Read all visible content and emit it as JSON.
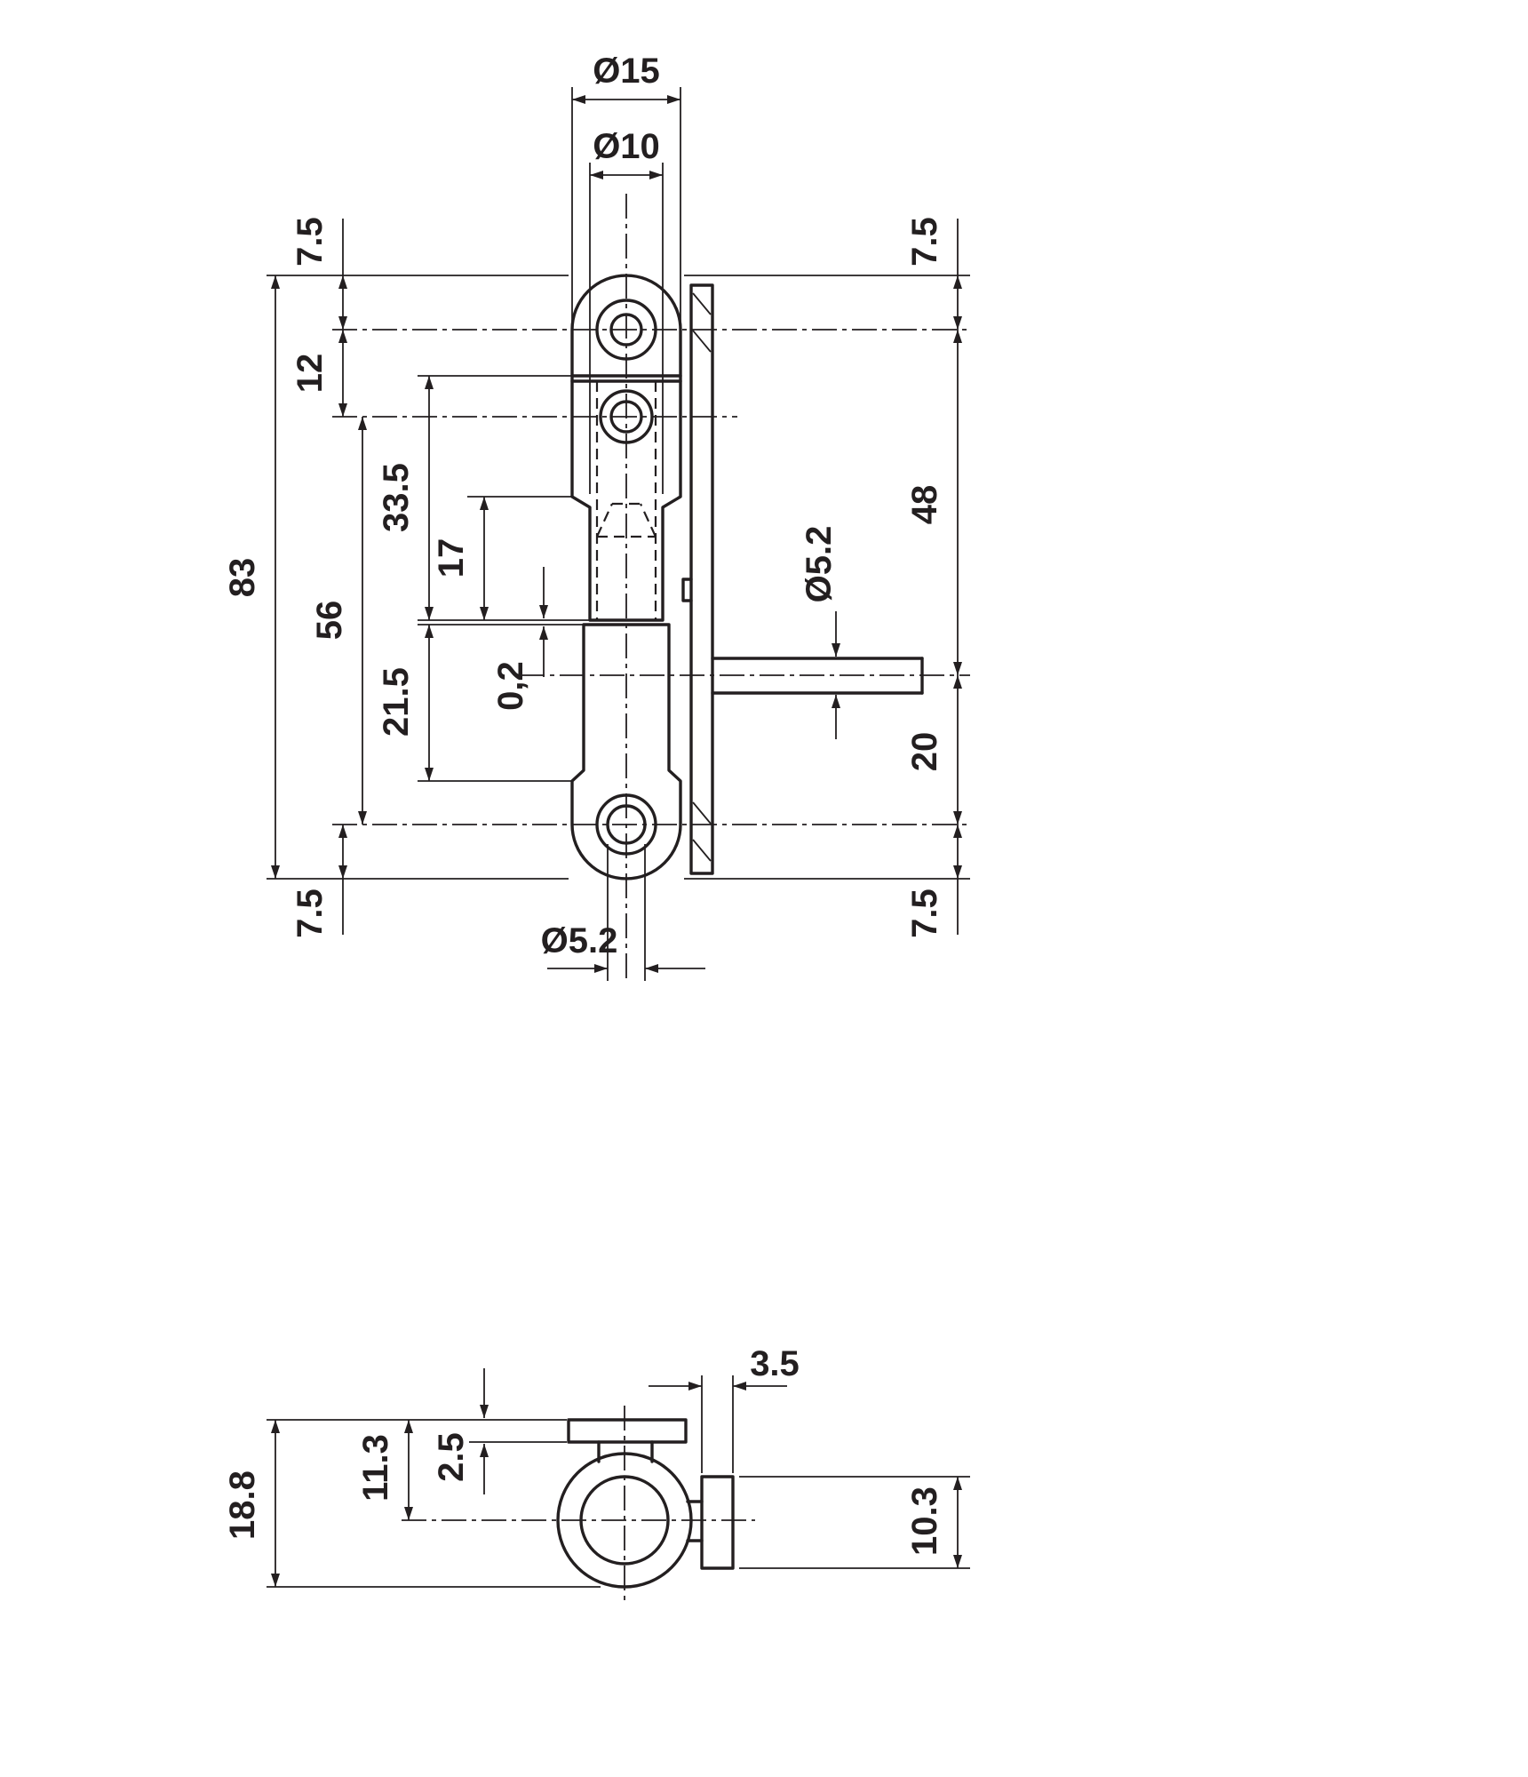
{
  "ink": "#231f20",
  "background": "#ffffff",
  "front_view": {
    "dims": {
      "flange_dia": "Ø15",
      "knuckle_dia": "Ø10",
      "top_offset_left": "7.5",
      "hole_spacing": "12",
      "seam_to_joint": "33.5",
      "pin_engagement": "17",
      "overall_length": "83",
      "hole_span": "56",
      "joint_to_end": "21.5",
      "joint_gap": "0,2",
      "pin_dia": "Ø5.2",
      "top_offset_right": "7.5",
      "frame_upper": "48",
      "frame_lower": "20",
      "bottom_offset_left": "7.5",
      "bottom_offset_right": "7.5",
      "screw_hole_dia": "Ø5.2"
    }
  },
  "side_view": {
    "dims": {
      "flange_to_axis": "11.3",
      "flange_thickness": "2.5",
      "plate_thickness": "3.5",
      "plate_width": "10.3",
      "overall_depth": "18.8"
    }
  }
}
